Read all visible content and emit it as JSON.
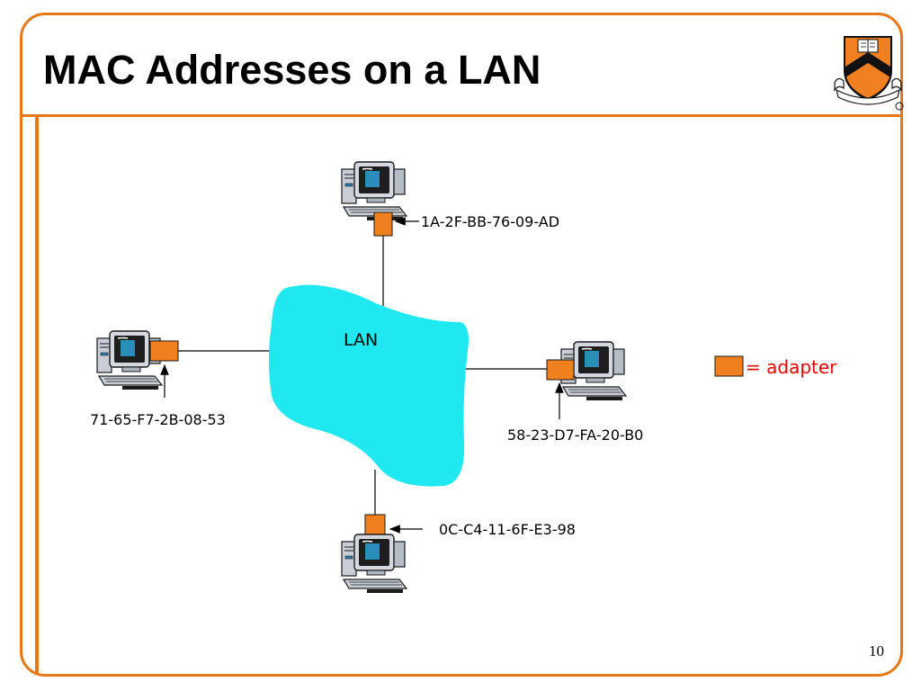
{
  "slide": {
    "title": "MAC Addresses on a LAN",
    "page_number": "10"
  },
  "diagram": {
    "lan_label": "LAN",
    "nodes": [
      {
        "position": "top",
        "mac": "1A-2F-BB-76-09-AD"
      },
      {
        "position": "left",
        "mac": "71-65-F7-2B-08-53"
      },
      {
        "position": "right",
        "mac": "58-23-D7-FA-20-B0"
      },
      {
        "position": "bottom",
        "mac": "0C-C4-11-6F-E3-98"
      }
    ],
    "legend": {
      "label": "= adapter"
    }
  },
  "colors": {
    "accent": "#E77817",
    "adapter": "#F07F1E",
    "lan_cloud": "#1FE8F0",
    "legend_text": "#E60000"
  },
  "icons": [
    "desktop-computer-icon",
    "princeton-shield-logo"
  ]
}
